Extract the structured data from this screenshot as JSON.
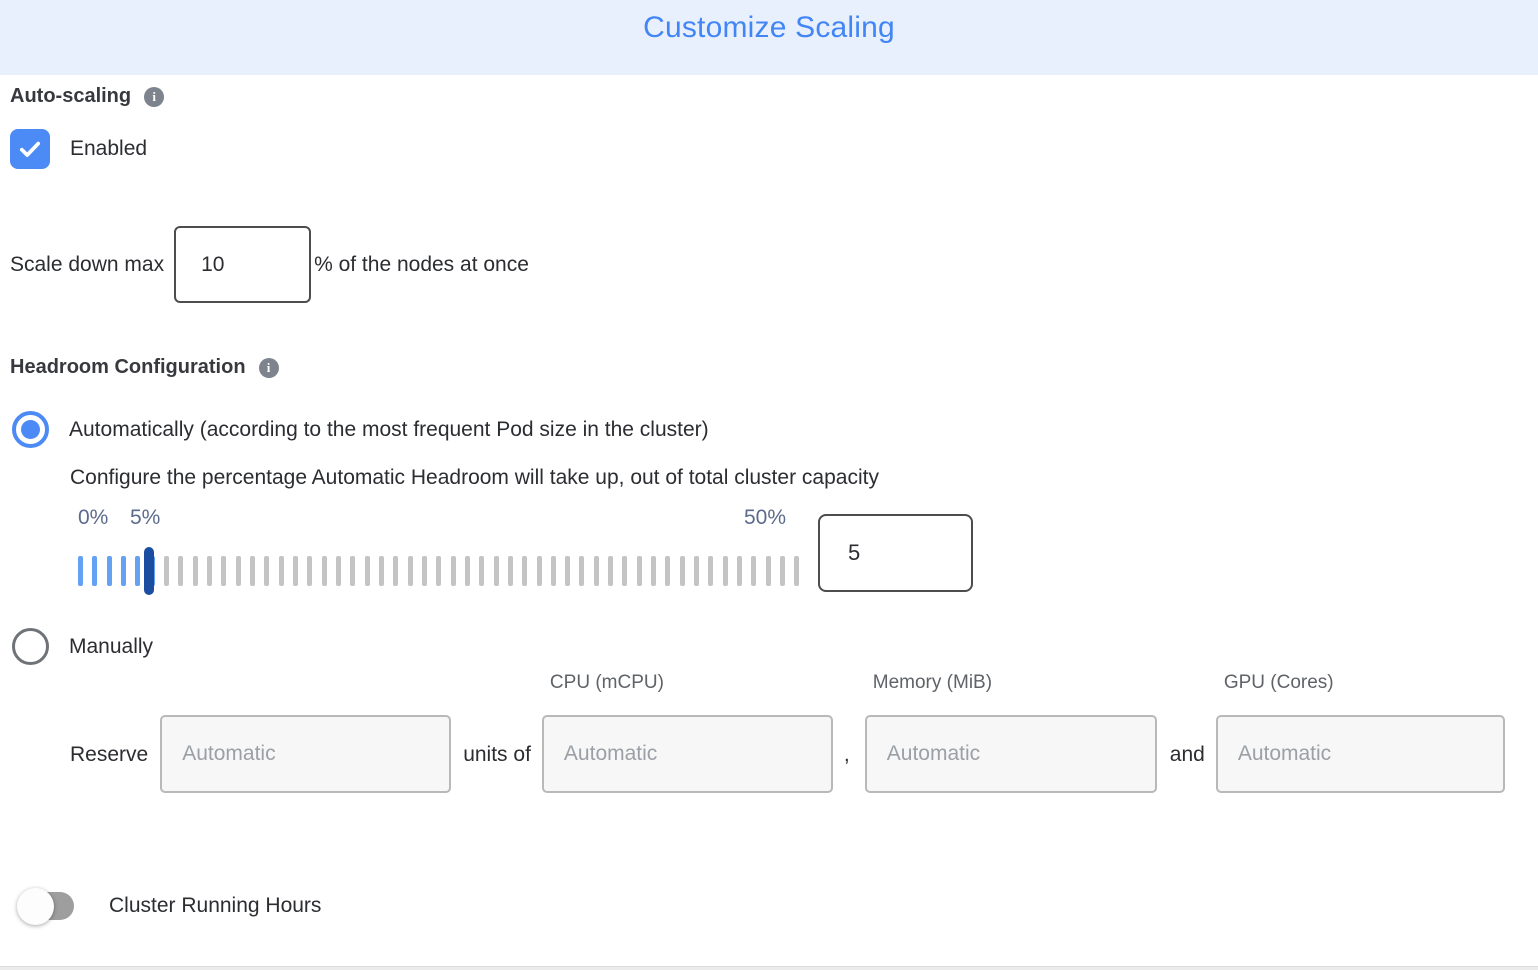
{
  "header": {
    "title": "Customize Scaling"
  },
  "auto_scaling": {
    "label": "Auto-scaling",
    "enabled_label": "Enabled",
    "enabled_checked": true,
    "scale_down": {
      "prefix": "Scale down max",
      "value": "10",
      "suffix": "% of the nodes at once"
    }
  },
  "headroom": {
    "label": "Headroom Configuration",
    "options": [
      {
        "label": "Automatically (according to the most frequent Pod size in the cluster)",
        "selected": true
      },
      {
        "label": "Manually",
        "selected": false
      }
    ],
    "auto_description": "Configure the percentage Automatic Headroom will take up, out of total cluster capacity",
    "slider": {
      "min_label": "0%",
      "current_label": "5%",
      "max_label": "50%",
      "value": "5",
      "tick_count": 51,
      "filled_ticks": 6,
      "handle_index": 5
    },
    "manual": {
      "reserve_label": "Reserve",
      "units_of_label": "units of",
      "comma_label": ",",
      "and_label": "and",
      "columns": [
        "CPU (mCPU)",
        "Memory (MiB)",
        "GPU (Cores)"
      ],
      "inputs": {
        "units": {
          "placeholder": "Automatic",
          "value": ""
        },
        "cpu": {
          "placeholder": "Automatic",
          "value": ""
        },
        "memory": {
          "placeholder": "Automatic",
          "value": ""
        },
        "gpu": {
          "placeholder": "Automatic",
          "value": ""
        }
      }
    }
  },
  "footer": {
    "cluster_running_hours_label": "Cluster Running Hours",
    "toggle_on": false
  },
  "icons": {
    "info": "i",
    "checkbox_check": "check-icon"
  },
  "colors": {
    "header_bg": "#e8f0fd",
    "accent_blue": "#4285f4",
    "control_blue": "#4c8bf5",
    "slider_tick_blue": "#64a1f2",
    "slider_tick_gray": "#c4c4c4",
    "slider_handle": "#1b4ea1",
    "slider_label_text": "#5c6b8c"
  }
}
